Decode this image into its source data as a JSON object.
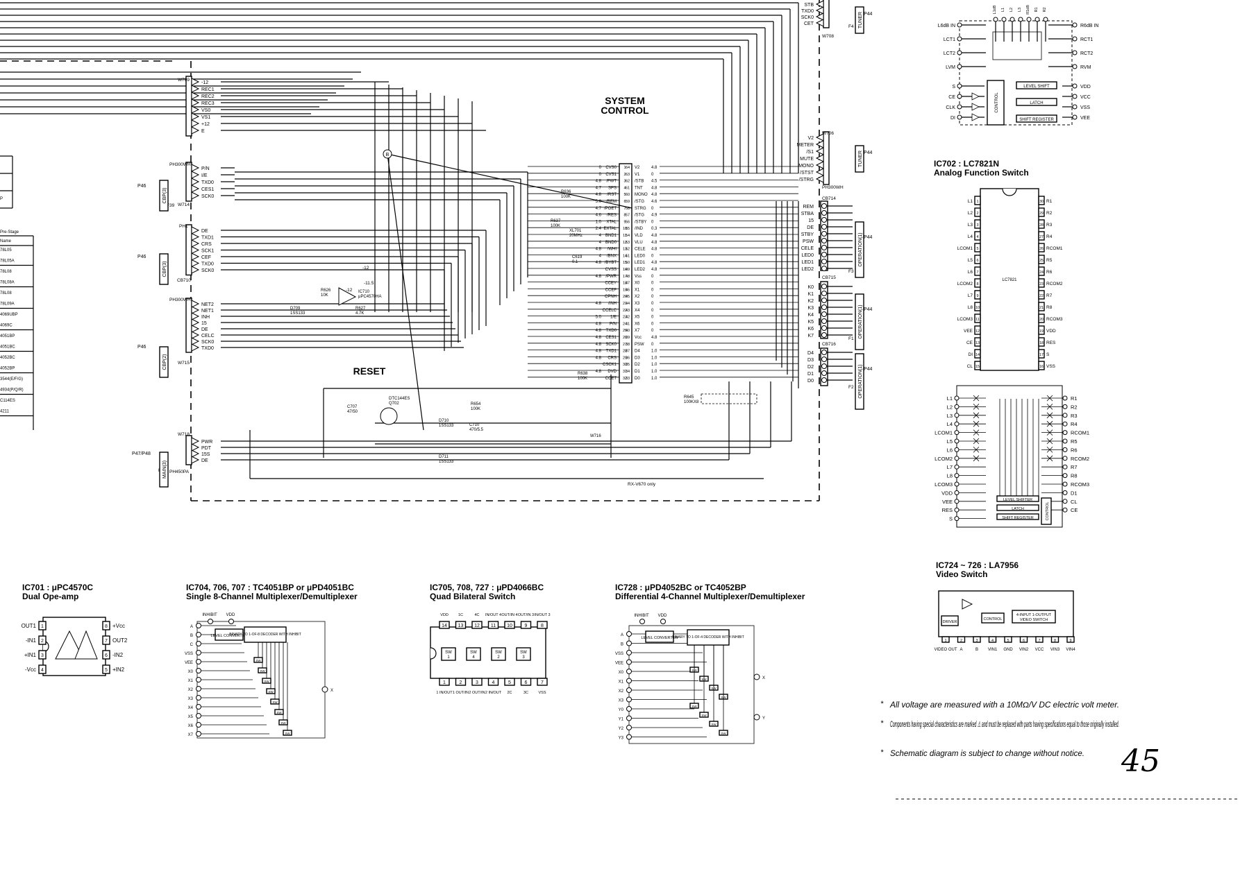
{
  "system_control_title": [
    "SYSTEM",
    "CONTROL"
  ],
  "reset_label": "RESET",
  "connectors": {
    "w709": {
      "name": "W709",
      "pins": [
        "-12",
        "REC1",
        "REC2",
        "REC3",
        "VS0",
        "VS1",
        "+12",
        "E"
      ]
    },
    "w714": {
      "name": "PH300WH",
      "ref": "W714",
      "p": "P46",
      "id": "F39",
      "pins": [
        "P/N",
        "I/E",
        "TXD0",
        "CES1",
        "SCK0"
      ]
    },
    "ph1": {
      "name": "PH1",
      "ref": "CB710",
      "p": "P46",
      "id": "F7",
      "pins": [
        "DE",
        "TXD1",
        "CRS",
        "SCK1",
        "CEF",
        "TXD0",
        "SCK0"
      ]
    },
    "w715": {
      "name": "PH300WH",
      "ref": "W715",
      "p": "P46",
      "id": "F5",
      "pins": [
        "NET2",
        "NET1",
        "INH",
        "15",
        "DE",
        "CELC",
        "SCK0",
        "TXD0"
      ]
    },
    "w718": {
      "name": "W718",
      "p": "P47/P48",
      "id": "F18",
      "label": "PH450PA",
      "pins": [
        "PWR",
        "PDT",
        "15S",
        "DE"
      ]
    },
    "w708": {
      "name": "W708",
      "p": "P44",
      "pins": [
        "STB",
        "TXD0",
        "SCK0",
        "CET"
      ]
    },
    "w706": {
      "name": "W706",
      "p": "P44",
      "tag": "TUNER",
      "ref": "PH300WH",
      "pins": [
        "V2",
        "METER",
        "/S1",
        "MUTE",
        "MONO",
        "/STST",
        "/STRG"
      ]
    },
    "cb714": {
      "name": "CB714",
      "p": "P44",
      "tag": "OPERATION(1)",
      "pins": [
        "REM",
        "STBA",
        "15",
        "DE",
        "STBY",
        "PSW",
        "CELE",
        "LED0",
        "LED1",
        "LED2"
      ]
    },
    "cb715": {
      "name": "CB715",
      "p": "P44",
      "tag": "OPERATION(1)",
      "pins": [
        "K0",
        "K1",
        "K2",
        "K3",
        "K4",
        "K5",
        "K6",
        "K7"
      ]
    },
    "cb716": {
      "name": "CB716",
      "p": "P44",
      "tag": "OPERATION(1)",
      "pins": [
        "D4",
        "D3",
        "D2",
        "D1",
        "D0"
      ]
    }
  },
  "ic_pins_left": [
    {
      "n": "1",
      "v": "0",
      "name": "CVS0"
    },
    {
      "n": "2",
      "v": "0",
      "name": "CVS1"
    },
    {
      "n": "3",
      "v": "4.8",
      "name": "/FWT"
    },
    {
      "n": "4",
      "v": "4.7",
      "name": "SPS"
    },
    {
      "n": "5",
      "v": "4.8",
      "name": "/RST"
    },
    {
      "n": "6",
      "v": "5.0",
      "name": "/REM"
    },
    {
      "n": "7",
      "v": "4.7",
      "name": "/POET"
    },
    {
      "n": "8",
      "v": "4.6",
      "name": "/RES"
    },
    {
      "n": "9",
      "v": "1.0",
      "name": "XTAL"
    },
    {
      "n": "10",
      "v": "2.4",
      "name": "EXTAL"
    },
    {
      "n": "11",
      "v": "4",
      "name": "BND1"
    },
    {
      "n": "12",
      "v": "4",
      "name": "BND0"
    },
    {
      "n": "13",
      "v": "4.8",
      "name": "/WHI"
    },
    {
      "n": "14",
      "v": "4",
      "name": "/BNX"
    },
    {
      "n": "15",
      "v": "4.8",
      "name": "/BYBT"
    },
    {
      "n": "16",
      "v": "",
      "name": "CVSS"
    },
    {
      "n": "17",
      "v": "4.8",
      "name": "/PWR"
    },
    {
      "n": "18",
      "v": "",
      "name": "CCEY"
    },
    {
      "n": "19",
      "v": "",
      "name": "CCEF"
    },
    {
      "n": "20",
      "v": "",
      "name": "CPNH"
    },
    {
      "n": "21",
      "v": "4.8",
      "name": "/INH"
    },
    {
      "n": "22",
      "v": "",
      "name": "CCELC"
    },
    {
      "n": "23",
      "v": "5.0",
      "name": "1/E"
    },
    {
      "n": "24",
      "v": "4.8",
      "name": "P/N"
    },
    {
      "n": "25",
      "v": "4.8",
      "name": "TXD0"
    },
    {
      "n": "26",
      "v": "4.8",
      "name": "CES1"
    },
    {
      "n": "27",
      "v": "4.8",
      "name": "SCK0"
    },
    {
      "n": "28",
      "v": "4.8",
      "name": "TXD1"
    },
    {
      "n": "29",
      "v": "4.8",
      "name": "CRS"
    },
    {
      "n": "30",
      "v": "",
      "name": "CSCK1"
    },
    {
      "n": "31",
      "v": "4.8",
      "name": "DVD"
    },
    {
      "n": "32",
      "v": "",
      "name": "CCET"
    }
  ],
  "ic_pins_right": [
    {
      "n": "64",
      "v": "4.8",
      "name": "V2"
    },
    {
      "n": "63",
      "v": "0",
      "name": "V1"
    },
    {
      "n": "62",
      "v": "4.5",
      "name": "/STB"
    },
    {
      "n": "61",
      "v": "4.8",
      "name": "TNT"
    },
    {
      "n": "60",
      "v": "4.8",
      "name": "MONO"
    },
    {
      "n": "59",
      "v": "4.6",
      "name": "/STG"
    },
    {
      "n": "58",
      "v": "0",
      "name": "STRG"
    },
    {
      "n": "57",
      "v": "4.9",
      "name": "/STG"
    },
    {
      "n": "56",
      "v": "0",
      "name": "/STBY"
    },
    {
      "n": "55",
      "v": "0.3",
      "name": "/IND"
    },
    {
      "n": "54",
      "v": "4.8",
      "name": "VLD"
    },
    {
      "n": "53",
      "v": "4.8",
      "name": "VLU"
    },
    {
      "n": "52",
      "v": "4.8",
      "name": "CELE"
    },
    {
      "n": "51",
      "v": "0",
      "name": "LED0"
    },
    {
      "n": "50",
      "v": "4.8",
      "name": "LED1"
    },
    {
      "n": "49",
      "v": "4.8",
      "name": "LED2"
    },
    {
      "n": "48",
      "v": "0",
      "name": "Vss"
    },
    {
      "n": "47",
      "v": "0",
      "name": "X0"
    },
    {
      "n": "46",
      "v": "0",
      "name": "X1"
    },
    {
      "n": "45",
      "v": "0",
      "name": "X2"
    },
    {
      "n": "44",
      "v": "0",
      "name": "X3"
    },
    {
      "n": "43",
      "v": "0",
      "name": "X4"
    },
    {
      "n": "42",
      "v": "0",
      "name": "X5"
    },
    {
      "n": "41",
      "v": "0",
      "name": "X6"
    },
    {
      "n": "40",
      "v": "0",
      "name": "X7"
    },
    {
      "n": "39",
      "v": "4.8",
      "name": "Vcc"
    },
    {
      "n": "38",
      "v": "0",
      "name": "PSW"
    },
    {
      "n": "37",
      "v": "1.0",
      "name": "D4"
    },
    {
      "n": "36",
      "v": "1.0",
      "name": "D3"
    },
    {
      "n": "35",
      "v": "1.0",
      "name": "D2"
    },
    {
      "n": "34",
      "v": "1.0",
      "name": "D1"
    },
    {
      "n": "33",
      "v": "1.0",
      "name": "D0"
    }
  ],
  "parts": [
    {
      "label": "R636",
      "sub": "100K"
    },
    {
      "label": "R637",
      "sub": "100K"
    },
    {
      "label": "XL701",
      "sub": "20MHz"
    },
    {
      "label": "C619",
      "sub": "0.1"
    },
    {
      "label": "R638",
      "sub": "100K"
    },
    {
      "label": "R645",
      "sub": "100KX8"
    },
    {
      "label": "R626",
      "sub": "10K"
    },
    {
      "label": "R627",
      "sub": "4.7K"
    },
    {
      "label": "IC710",
      "sub": "μPC4570HA"
    },
    {
      "label": "D709",
      "sub": "1SS133"
    },
    {
      "label": "DTC144ES",
      "sub": "Q702"
    },
    {
      "label": "D710",
      "sub": "1SS133"
    },
    {
      "label": "D711",
      "sub": "1SS133"
    },
    {
      "label": "C707",
      "sub": "47/50"
    },
    {
      "label": "R654",
      "sub": "100K"
    },
    {
      "label": "C710",
      "sub": "470/5.5"
    }
  ],
  "part_notes": {
    "b_marker": "B",
    "ic710_pin": "-12",
    "ic710_v": "-11.5",
    "ic710_minus": "-12",
    "rx_note": "RX-V670 only",
    "w716": "W716",
    "f3": "F3",
    "f1": "F1",
    "f2": "F2",
    "f4": "F4"
  },
  "left_table": {
    "header": "Pre-Stage",
    "sub": "Name",
    "rows": [
      "78L05",
      "78L05A",
      "78L08",
      "78L08A",
      "78L08",
      "78L09A",
      "4069UBP",
      "4069C",
      "4051BP",
      "4051BC",
      "4052BC",
      "4052BP",
      "3544(E/F/G)",
      "4934(P/Q/R)",
      "C114ES",
      "4211"
    ]
  },
  "ic702": {
    "title": "IC702 : LC7821N",
    "subtitle": "Analog Function Switch",
    "chip": "LC7821",
    "left": [
      [
        "L1",
        "1"
      ],
      [
        "L2",
        "2"
      ],
      [
        "L3",
        "3"
      ],
      [
        "L4",
        "4"
      ],
      [
        "LCOM1",
        "5"
      ],
      [
        "L5",
        "6"
      ],
      [
        "L6",
        "7"
      ],
      [
        "LCOM2",
        "8"
      ],
      [
        "L7",
        "9"
      ],
      [
        "L8",
        "10"
      ],
      [
        "LCOM3",
        "11"
      ],
      [
        "VEE",
        "12"
      ],
      [
        "CE",
        "13"
      ],
      [
        "DI",
        "14"
      ],
      [
        "CL",
        "15"
      ]
    ],
    "right": [
      [
        "30",
        "R1"
      ],
      [
        "29",
        "R2"
      ],
      [
        "28",
        "R3"
      ],
      [
        "27",
        "R4"
      ],
      [
        "26",
        "RCOM1"
      ],
      [
        "25",
        "R5"
      ],
      [
        "24",
        "R6"
      ],
      [
        "23",
        "RCOM2"
      ],
      [
        "22",
        "R7"
      ],
      [
        "21",
        "R8"
      ],
      [
        "20",
        "RCOM3"
      ],
      [
        "19",
        "VDD"
      ],
      [
        "18",
        "RES"
      ],
      [
        "17",
        "S"
      ],
      [
        "16",
        "VSS"
      ]
    ],
    "bl_left": [
      "L1",
      "L2",
      "L3",
      "L4",
      "LCOM1",
      "L5",
      "L6",
      "LCOM2",
      "L7",
      "L8",
      "LCOM3",
      "VDD",
      "VEE",
      "RES",
      "S"
    ],
    "bl_right": [
      "R1",
      "R2",
      "R3",
      "R4",
      "RCOM1",
      "R5",
      "R6",
      "RCOM2",
      "R7",
      "R8",
      "RCOM3",
      "D1",
      "CL",
      "CE"
    ],
    "bl_blocks": [
      "LEVEL SHIFTER",
      "LATCH",
      "SHIFT REGISTER",
      "CONTROL"
    ]
  },
  "top_ic": {
    "top_pins": [
      "L1dB",
      "L1",
      "L2",
      "L3",
      "R1dB",
      "R1",
      "R2"
    ],
    "left": [
      "L6dB IN",
      "LCT1",
      "LCT2",
      "LVM"
    ],
    "right": [
      "R6dB IN",
      "RCT1",
      "RCT2",
      "RVM"
    ],
    "ctrl_left": [
      "S",
      "CE",
      "CLK",
      "DI"
    ],
    "ctrl_right": [
      "VDD",
      "VCC",
      "VSS",
      "VEE"
    ],
    "blocks": [
      "LEVEL SHIFT",
      "LATCH",
      "SHIFT REGISTER",
      "CONTROL"
    ]
  },
  "ic724": {
    "title": "IC724 ~ 726 : LA7956",
    "subtitle": "Video Switch",
    "blocks": [
      "DRIVER",
      "CONTROL",
      "4-INPUT 1-OUTPUT VIDEO SWITCH"
    ],
    "pins": [
      "VIDEO OUT",
      "A",
      "B",
      "VIN1",
      "GND",
      "VIN2",
      "VCC",
      "VIN3",
      "VIN4"
    ]
  },
  "ic701": {
    "title": "IC701 : μPC4570C",
    "subtitle": "Dual Ope-amp",
    "left": [
      [
        "OUT1",
        "1"
      ],
      [
        "-IN1",
        "2"
      ],
      [
        "+IN1",
        "3"
      ],
      [
        "-Vcc",
        "4"
      ]
    ],
    "right": [
      [
        "8",
        "+Vcc"
      ],
      [
        "7",
        "OUT2"
      ],
      [
        "6",
        "-IN2"
      ],
      [
        "5",
        "+IN2"
      ]
    ]
  },
  "ic704": {
    "title": "IC704, 706, 707 : TC4051BP or μPD4051BC",
    "subtitle": "Single 8-Channel Multiplexer/Demultiplexer",
    "top": [
      "INHIBIT",
      "VDD"
    ],
    "left": [
      "A",
      "B",
      "C",
      "VSS",
      "VEE",
      "X0",
      "X1",
      "X2",
      "X3",
      "X4",
      "X5",
      "X6",
      "X7"
    ],
    "blocks": [
      "LEVEL CONVERTER",
      "BINARY TO 1-OF-8 DECODER WITH INHIBIT"
    ],
    "sw": "SW",
    "out": "X"
  },
  "ic705": {
    "title": "IC705, 708, 727 : μPD4066BC",
    "subtitle": "Quad Bilateral Switch",
    "top_labels": [
      "VDD",
      "1C",
      "4C",
      "IN/OUT 4",
      "OUT/IN 4",
      "OUT/IN 3",
      "IN/OUT 3"
    ],
    "top_pins": [
      "14",
      "13",
      "12",
      "11",
      "10",
      "9",
      "8"
    ],
    "bottom_pins": [
      "1",
      "2",
      "3",
      "4",
      "5",
      "6",
      "7"
    ],
    "bottom_labels": [
      "1 IN/OUT",
      "1 OUT/IN",
      "2 OUT/IN",
      "2 IN/OUT",
      "2C",
      "3C",
      "VSS"
    ],
    "sw": [
      "SW 1",
      "SW 4",
      "SW 2",
      "SW 3"
    ]
  },
  "ic728": {
    "title": "IC728 : μPD4052BC or TC4052BP",
    "subtitle": "Differential 4-Channel Multiplexer/Demultiplexer",
    "top": [
      "INHIBIT",
      "VDD"
    ],
    "left": [
      "A",
      "B",
      "VSS",
      "VEE",
      "X0",
      "X1",
      "X2",
      "X3",
      "Y0",
      "Y1",
      "Y2",
      "Y3"
    ],
    "blocks": [
      "LEVEL CONVERTER",
      "BINARY TO 1-OF-4 DECODER WITH INHIBIT"
    ],
    "sw": "SW",
    "out_x": "X",
    "out_y": "Y"
  },
  "notes": [
    "All voltage are measured with a 10MΩ/V DC electric volt meter.",
    "Components having special characteristics are marked ⚠ and must be replaced with parts having specifications equal to those originally installed.",
    "Schematic diagram is subject to change without notice."
  ],
  "page_number": "45"
}
